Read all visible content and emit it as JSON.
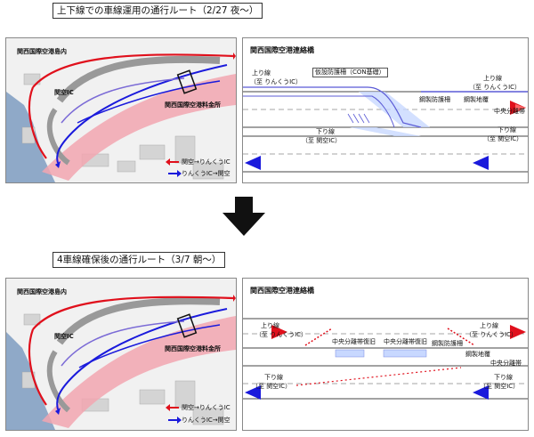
{
  "top": {
    "title": "上下線での車線運用の通行ルート（2/27 夜〜）",
    "map": {
      "island_label": "関西国際空港島内",
      "ic_label": "関空IC",
      "tollgate_label": "関西国際空港料金所",
      "legend": [
        {
          "label": "関空→りんくうIC",
          "color": "#e0101c"
        },
        {
          "label": "りんくうIC→関空",
          "color": "#1a1adc"
        }
      ]
    },
    "bridge": {
      "title": "関西国際空港連絡橋",
      "upper_line": "上り線",
      "upper_dest_left": "（至 りんくうIC）",
      "upper_right": "上り線",
      "upper_dest_right": "（至 りんくうIC）",
      "temp_barrier": "仮設防護柵（CON基礎）",
      "steel_barrier": "鋼製防護柵",
      "steel_plate": "鋼製地覆",
      "median": "中央分離帯",
      "lower_line": "下り線",
      "lower_dest_left": "（至 関空IC）",
      "lower_right": "下り線",
      "lower_dest_right": "（至 関空IC）"
    }
  },
  "bottom": {
    "title": "4車線確保後の通行ルート（3/7 朝〜）",
    "map": {
      "island_label": "関西国際空港島内",
      "ic_label": "関空IC",
      "tollgate_label": "関西国際空港料金所",
      "legend": [
        {
          "label": "関空→りんくうIC",
          "color": "#e0101c"
        },
        {
          "label": "りんくうIC→関空",
          "color": "#1a1adc"
        }
      ]
    },
    "bridge": {
      "title": "関西国際空港連絡橋",
      "upper_line": "上り線",
      "upper_dest_left": "（至 りんくうIC）",
      "upper_right": "上り線",
      "upper_dest_right": "（至 りんくうIC）",
      "median_restore_1": "中央分離帯復旧",
      "median_restore_2": "中央分離帯復旧",
      "steel_barrier": "鋼製防護柵",
      "steel_plate": "鋼製地覆",
      "median": "中央分離帯",
      "lower_line": "下り線",
      "lower_dest_left": "（至 関空IC）",
      "lower_right": "下り線",
      "lower_dest_right": "（至 関空IC）"
    }
  },
  "colors": {
    "red": "#e0101c",
    "blue": "#1a1adc",
    "pink_road": "#f2a6b0",
    "sea": "#8fa9c8",
    "land": "#e4e4e4",
    "highlight": "#c8d8ff"
  }
}
